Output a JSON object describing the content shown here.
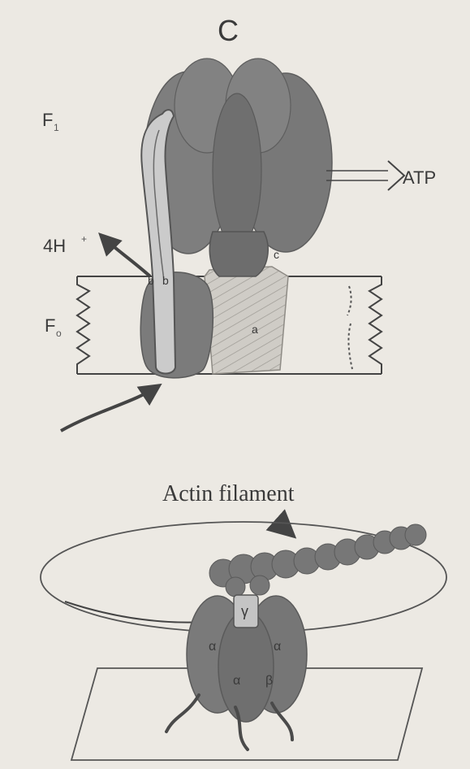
{
  "labels": {
    "panel_letter": "C",
    "f1": "F",
    "f1_sub": "1",
    "f0": "F",
    "f0_sub": "o",
    "atp": "ATP",
    "protons": "4H",
    "protons_sup": "+",
    "subunit_b_left": "b",
    "subunit_b_right": "b",
    "subunit_c": "c",
    "subunit_a": "a",
    "actin_filament": "Actin filament",
    "gamma": "γ",
    "alpha": "α",
    "beta": "β"
  },
  "colors": {
    "background": "#ece9e3",
    "subunit_dark": "#7a7a7a",
    "stalk_light": "#c9c9c9",
    "ring_hatch": "#bdbab4",
    "line": "#444444"
  }
}
